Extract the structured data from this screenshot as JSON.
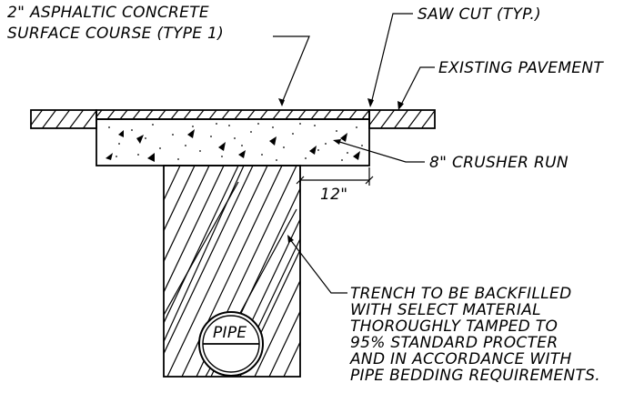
{
  "labels": {
    "asphalt_line1": "2\" ASPHALTIC CONCRETE",
    "asphalt_line2": "SURFACE COURSE (TYPE 1)",
    "saw_cut": "SAW CUT (TYP.)",
    "existing_pavement": "EXISTING PAVEMENT",
    "crusher_run": "8\" CRUSHER RUN",
    "dimension": "12\"",
    "pipe": "PIPE",
    "trench_notes": [
      "TRENCH TO BE BACKFILLED",
      "WITH SELECT MATERIAL",
      "THOROUGHLY TAMPED TO",
      "95% STANDARD PROCTER",
      "AND IN ACCORDANCE WITH",
      "PIPE BEDDING REQUIREMENTS."
    ]
  }
}
